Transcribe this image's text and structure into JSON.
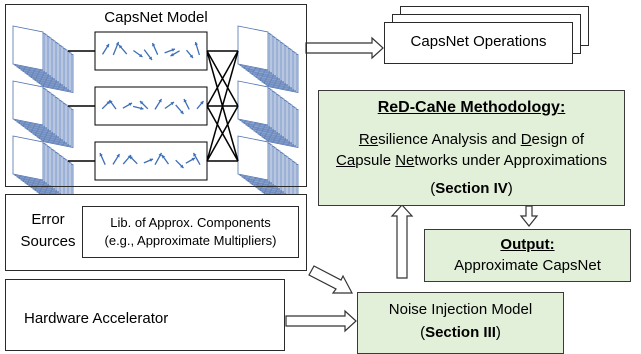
{
  "capsnet_model": {
    "title": "CapsNet Model"
  },
  "capsnet_operations": {
    "label": "CapsNet Operations"
  },
  "methodology": {
    "title": "ReD-CaNe Methodology:",
    "line1": {
      "r_letter": "Re",
      "r_rest": "silience Analysis and ",
      "d_letter": "D",
      "d_rest": "esign of"
    },
    "line2": {
      "ca_letter": "Ca",
      "ca_rest": "psule ",
      "ne_letter": "Ne",
      "ne_rest": "tworks under Approximations"
    },
    "section_open": "(",
    "section": "Section IV",
    "section_close": ")"
  },
  "error_sources": {
    "line1": "Error",
    "line2": "Sources"
  },
  "library": {
    "line1": "Lib. of Approx. Components",
    "line2": "(e.g., Approximate Multipliers)"
  },
  "output": {
    "title": "Output:",
    "label": "Approximate CapsNet"
  },
  "hardware": {
    "label": "Hardware Accelerator"
  },
  "noise_model": {
    "label": "Noise Injection Model",
    "section_open": "(",
    "section": "Section III",
    "section_close": ")"
  },
  "colors": {
    "green_fill": "#e2efd9",
    "stack_blue": "#4f72b0",
    "stack_light": "#cfdcf1",
    "arrow_blue": "#3d6fb6",
    "chip_blue": "#6a8cc4"
  }
}
